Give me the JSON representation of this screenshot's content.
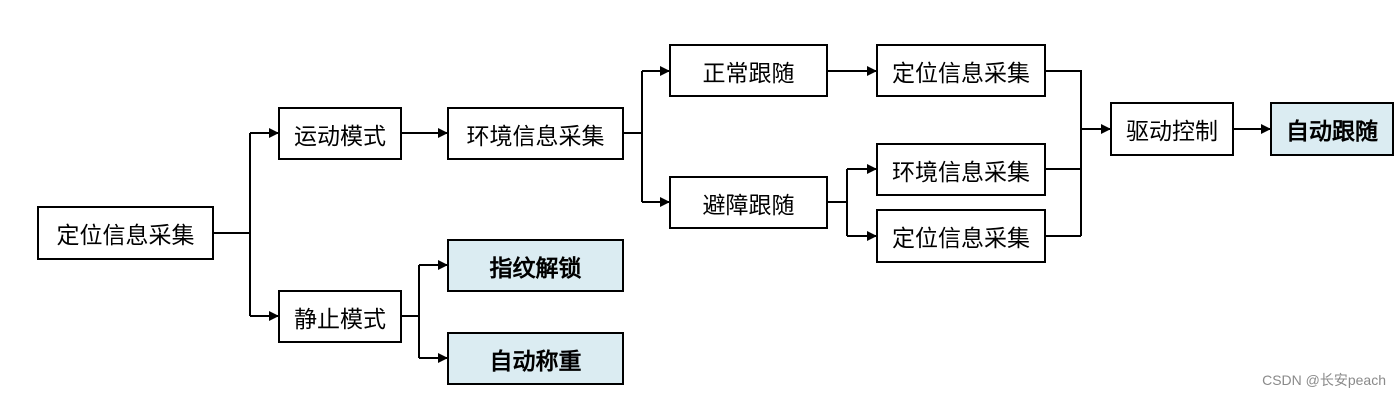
{
  "nodes": {
    "pos_collect_1": "定位信息采集",
    "motion_mode": "运动模式",
    "static_mode": "静止模式",
    "env_collect_1": "环境信息采集",
    "normal_follow": "正常跟随",
    "avoid_follow": "避障跟随",
    "pos_collect_2": "定位信息采集",
    "env_collect_2": "环境信息采集",
    "pos_collect_3": "定位信息采集",
    "drive_control": "驱动控制",
    "auto_follow": "自动跟随",
    "fingerprint_unlock": "指纹解锁",
    "auto_weigh": "自动称重"
  },
  "highlight_color": "#dbecf2",
  "watermark": "CSDN @长安peach"
}
